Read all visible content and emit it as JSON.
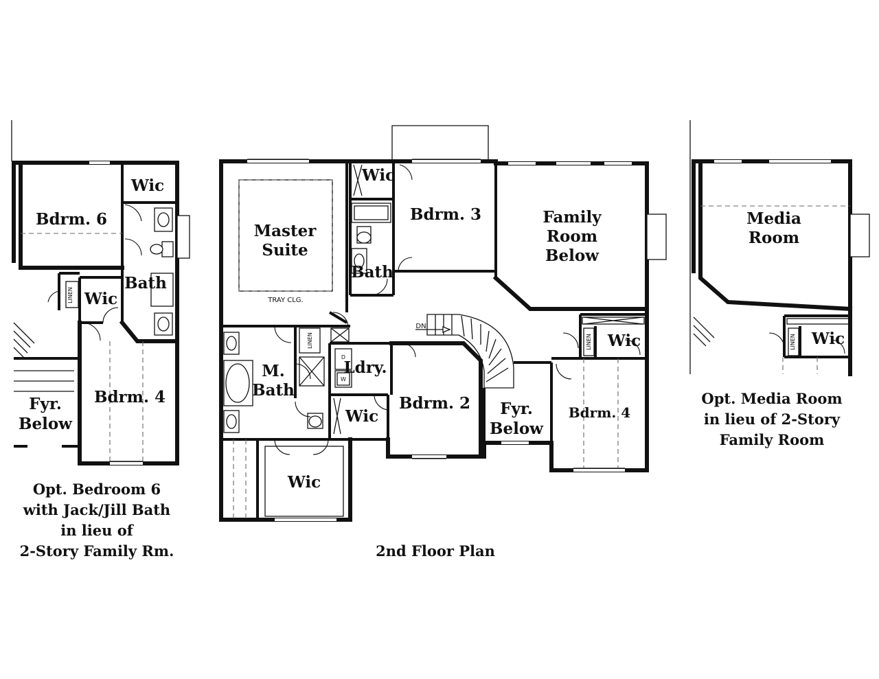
{
  "center_plan": {
    "caption": "2nd Floor Plan",
    "rooms": {
      "master_suite": [
        "Master",
        "Suite"
      ],
      "tray_ceiling": "TRAY CLG.",
      "wic_top": "Wic",
      "bath": "Bath",
      "bedroom_3": "Bdrm. 3",
      "family_room_below": [
        "Family",
        "Room",
        "Below"
      ],
      "linen_1": "LINEN",
      "linen_2": "LINEN",
      "m_bath": [
        "M.",
        "Bath"
      ],
      "laundry": "Ldry.",
      "washer": "W",
      "dryer": "D",
      "wic_laundry": "Wic",
      "bedroom_2": "Bdrm. 2",
      "stair_dn": "DN",
      "fireplace_below": [
        "Fyr.",
        "Below"
      ],
      "wic_right": "Wic",
      "bedroom_4": "Bdrm. 4",
      "wic_master": "Wic"
    }
  },
  "left_plan": {
    "caption_lines": [
      "Opt. Bedroom 6",
      "with Jack/Jill Bath",
      "in lieu of",
      "2-Story Family Rm."
    ],
    "rooms": {
      "bedroom_6": "Bdrm. 6",
      "wic_top": "Wic",
      "bath": "Bath",
      "linen": "LINEN",
      "wic_mid": "Wic",
      "fireplace_below": [
        "Fyr.",
        "Below"
      ],
      "bedroom_4": "Bdrm. 4"
    }
  },
  "right_plan": {
    "caption_lines": [
      "Opt. Media Room",
      "in lieu of 2-Story",
      "Family Room"
    ],
    "rooms": {
      "media_room": [
        "Media",
        "Room"
      ],
      "linen": "LINEN",
      "wic": "Wic"
    }
  }
}
